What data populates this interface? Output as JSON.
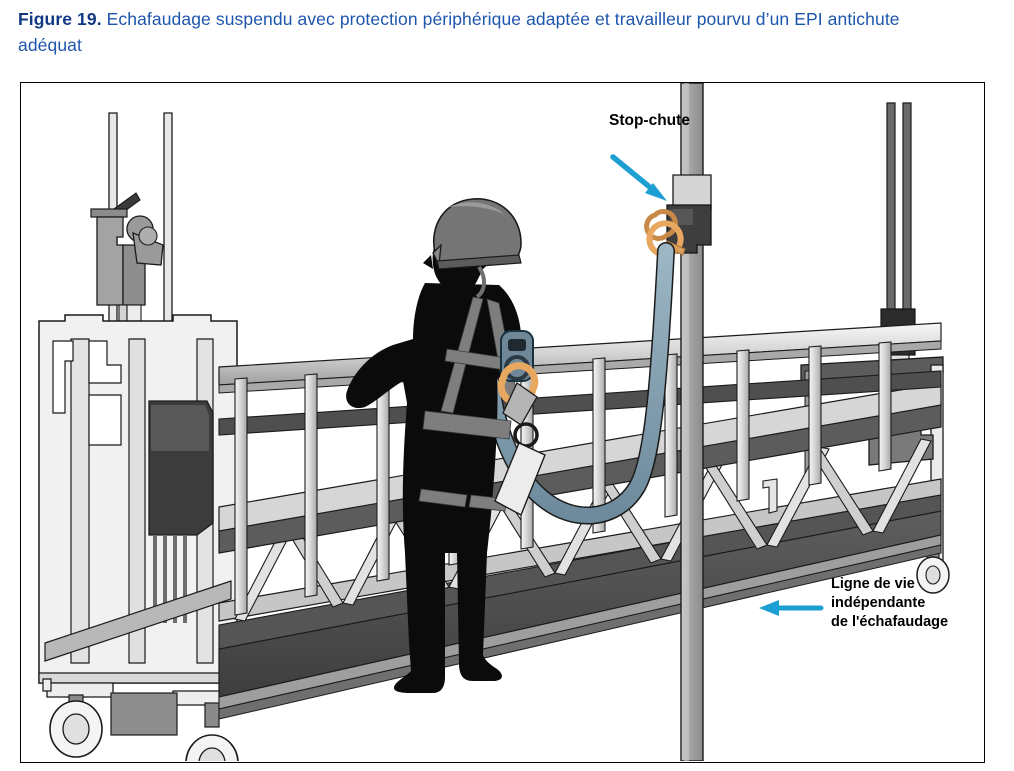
{
  "caption": {
    "figure_number": "Figure 19.",
    "text": " Echafaudage suspendu avec protection périphérique adaptée et travailleur pourvu d’un EPI antichute adéquat"
  },
  "figure": {
    "title": "Echafaudage suspendu avec protection périphérique adaptée et travailleur pourvu d’un EPI antichute adéquat",
    "annotations": [
      {
        "name": "stop-chute",
        "label": "Stop-chute",
        "arrow": "down-right",
        "arrow_color": "#1e9fd4"
      },
      {
        "name": "ligne-de-vie",
        "label": "Ligne de vie\nindépendante\nde l'échafaudage",
        "arrow": "left",
        "arrow_color": "#1e9fd4"
      }
    ],
    "elements": {
      "worker": "black-silhouette-worker",
      "helmet": "safety-helmet",
      "harness": "full-body-harness",
      "lanyard": "shock-absorbing-lanyard",
      "carabiner": "orange-carabiner",
      "fall_arrester": "rope-grab-fall-arrester",
      "lifeline": "vertical-lifeline-pole",
      "platform": "suspended-scaffold-platform",
      "guardrail": "perimeter-guardrail",
      "truss": "platform-truss-bracing",
      "hoist_left": "left-end-hoist-unit",
      "hoist_right": "right-end-hoist-unit",
      "casters": "caster-wheels",
      "suspension_cables": "suspension-cables"
    }
  },
  "colors": {
    "caption_blue": "#1d4fa0",
    "caption_bold_blue": "#123a84",
    "arrow_blue": "#1e9fd4",
    "frame_border": "#000000",
    "silhouette": "#0a0a0a",
    "harness_gray": "#7f7f7f",
    "helmet_gray": "#6e6e6e",
    "carabiner_orange": "#e8a35f",
    "lanyard_blue": "#7d9cad",
    "lifeline_pole": "#9b9b9b",
    "platform_light": "#e9e9e9",
    "platform_mid": "#b6b6b6",
    "platform_dark": "#5b5b5b",
    "deck_dark": "#4a4a4a",
    "frame_white": "#f2f2f2"
  }
}
